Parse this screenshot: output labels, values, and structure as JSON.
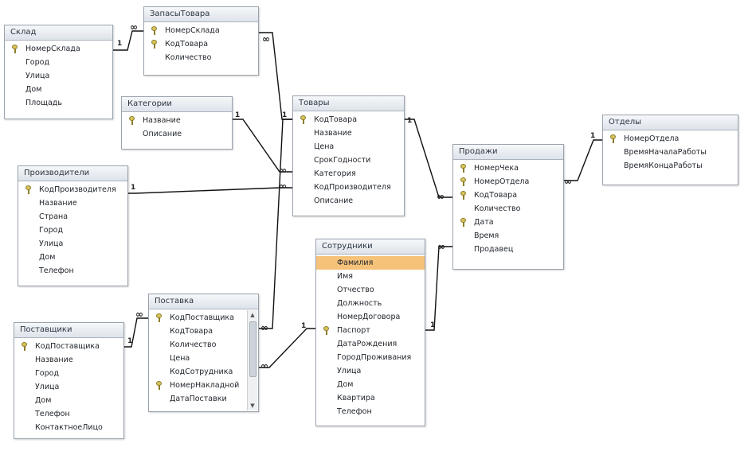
{
  "tables": {
    "sklad": {
      "title": "Склад",
      "fields": [
        {
          "name": "НомерСклада",
          "key": true
        },
        {
          "name": "Город"
        },
        {
          "name": "Улица"
        },
        {
          "name": "Дом"
        },
        {
          "name": "Площадь"
        }
      ]
    },
    "zapasy": {
      "title": "ЗапасыТовара",
      "fields": [
        {
          "name": "НомерСклада",
          "key": true
        },
        {
          "name": "КодТовара",
          "key": true
        },
        {
          "name": "Количество"
        }
      ]
    },
    "kategorii": {
      "title": "Категории",
      "fields": [
        {
          "name": "Название",
          "key": true
        },
        {
          "name": "Описание"
        }
      ]
    },
    "tovary": {
      "title": "Товары",
      "fields": [
        {
          "name": "КодТовара",
          "key": true
        },
        {
          "name": "Название"
        },
        {
          "name": "Цена"
        },
        {
          "name": "СрокГодности"
        },
        {
          "name": "Категория"
        },
        {
          "name": "КодПроизводителя"
        },
        {
          "name": "Описание"
        }
      ]
    },
    "otdely": {
      "title": "Отделы",
      "fields": [
        {
          "name": "НомерОтдела",
          "key": true
        },
        {
          "name": "ВремяНачалаРаботы"
        },
        {
          "name": "ВремяКонцаРаботы"
        }
      ]
    },
    "proizvoditeli": {
      "title": "Производители",
      "fields": [
        {
          "name": "КодПроизводителя",
          "key": true
        },
        {
          "name": "Название"
        },
        {
          "name": "Страна"
        },
        {
          "name": "Город"
        },
        {
          "name": "Улица"
        },
        {
          "name": "Дом"
        },
        {
          "name": "Телефон"
        }
      ]
    },
    "prodazhi": {
      "title": "Продажи",
      "fields": [
        {
          "name": "НомерЧека",
          "key": true
        },
        {
          "name": "НомерОтдела",
          "key": true
        },
        {
          "name": "КодТовара",
          "key": true
        },
        {
          "name": "Количество"
        },
        {
          "name": "Дата",
          "key": true
        },
        {
          "name": "Время"
        },
        {
          "name": "Продавец"
        }
      ]
    },
    "sotrudniki": {
      "title": "Сотрудники",
      "fields": [
        {
          "name": "Фамилия",
          "selected": true
        },
        {
          "name": "Имя"
        },
        {
          "name": "Отчество"
        },
        {
          "name": "Должность"
        },
        {
          "name": "НомерДоговора"
        },
        {
          "name": "Паспорт",
          "key": true
        },
        {
          "name": "ДатаРождения"
        },
        {
          "name": "ГородПроживания"
        },
        {
          "name": "Улица"
        },
        {
          "name": "Дом"
        },
        {
          "name": "Квартира"
        },
        {
          "name": "Телефон"
        }
      ]
    },
    "postavka": {
      "title": "Поставка",
      "fields": [
        {
          "name": "КодПоставщика",
          "key": true
        },
        {
          "name": "КодТовара"
        },
        {
          "name": "Количество"
        },
        {
          "name": "Цена"
        },
        {
          "name": "КодСотрудника"
        },
        {
          "name": "НомерНакладной",
          "key": true
        },
        {
          "name": "ДатаПоставки"
        }
      ]
    },
    "postavshiki": {
      "title": "Поставщики",
      "fields": [
        {
          "name": "КодПоставщика",
          "key": true
        },
        {
          "name": "Название"
        },
        {
          "name": "Город"
        },
        {
          "name": "Улица"
        },
        {
          "name": "Дом"
        },
        {
          "name": "Телефон"
        },
        {
          "name": "КонтактноеЛицо"
        }
      ]
    }
  },
  "relationships": [
    {
      "from": "sklad.НомерСклада",
      "to": "zapasy.НомерСклада",
      "one": "1",
      "many": "∞"
    },
    {
      "from": "zapasy.КодТовара",
      "to": "tovary.КодТовара",
      "one": "1",
      "many": "∞"
    },
    {
      "from": "kategorii.Название",
      "to": "tovary.Категория",
      "one": "1",
      "many": "∞"
    },
    {
      "from": "proizvoditeli.КодПроизводителя",
      "to": "tovary.КодПроизводителя",
      "one": "1",
      "many": "∞"
    },
    {
      "from": "tovary.КодТовара",
      "to": "prodazhi.КодТовара",
      "one": "1",
      "many": "∞"
    },
    {
      "from": "otdely.НомерОтдела",
      "to": "prodazhi.НомерОтдела",
      "one": "1",
      "many": "∞"
    },
    {
      "from": "sotrudniki.Паспорт",
      "to": "prodazhi.Продавец",
      "one": "1",
      "many": "∞"
    },
    {
      "from": "postavshiki.КодПоставщика",
      "to": "postavka.КодПоставщика",
      "one": "1",
      "many": "∞"
    },
    {
      "from": "tovary.КодТовара",
      "to": "postavka.КодТовара",
      "one": "1",
      "many": "∞"
    },
    {
      "from": "sotrudniki.Паспорт",
      "to": "postavka.КодСотрудника",
      "one": "1",
      "many": "∞"
    }
  ],
  "scrollbar": {
    "up_glyph": "▲",
    "down_glyph": "▼"
  }
}
